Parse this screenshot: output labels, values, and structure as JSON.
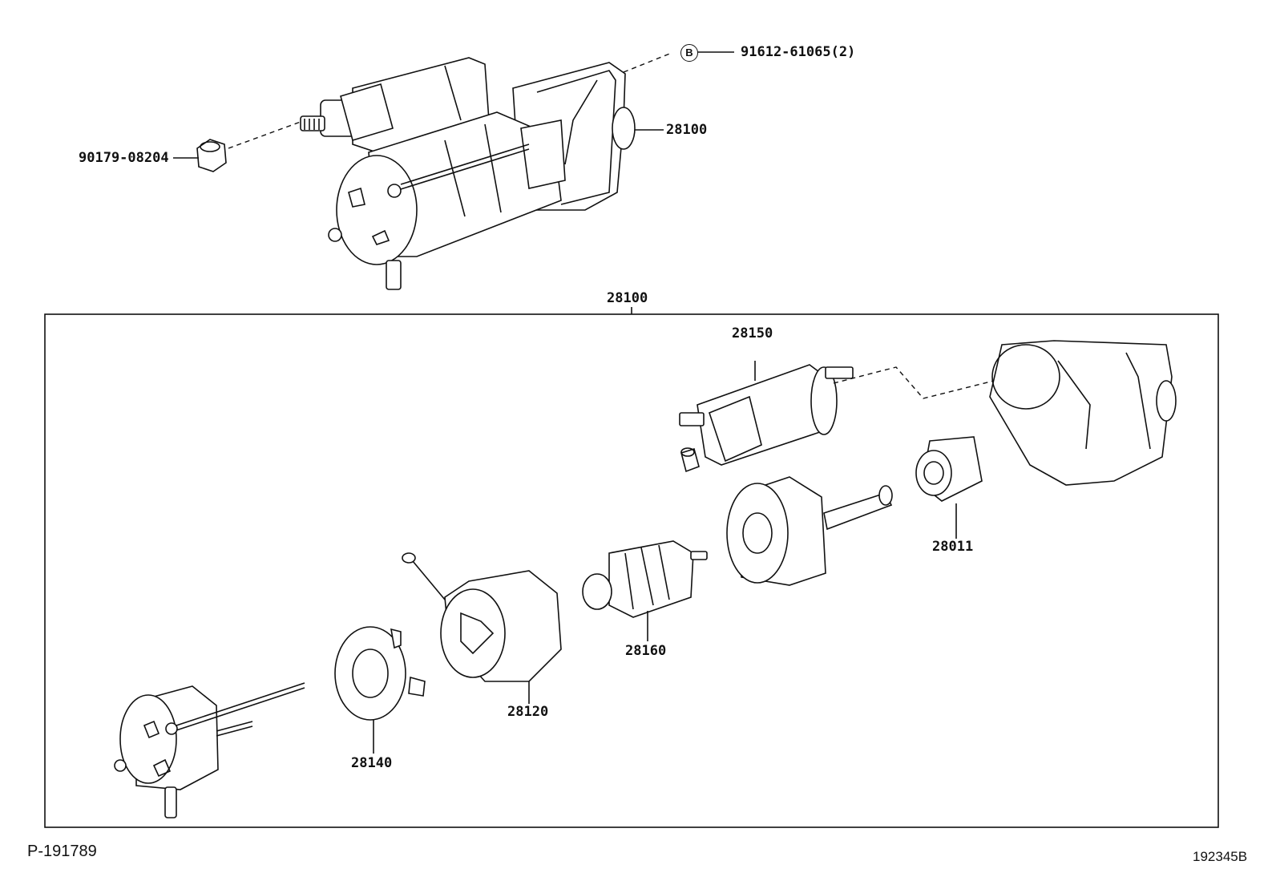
{
  "diagram": {
    "assembly_part_no": "28100",
    "top_callouts": {
      "bolt_marker": "B",
      "bolt_part_no": "91612-61065(2)",
      "starter_part_no": "28100",
      "nut_part_no": "90179-08204"
    },
    "exploded_callouts": {
      "magnetic_switch": "28150",
      "clutch_pinion": "28011",
      "armature": "28160",
      "yoke": "28120",
      "brush_holder": "28140"
    },
    "footer": {
      "left_code": "P-191789",
      "right_code": "192345B"
    }
  }
}
